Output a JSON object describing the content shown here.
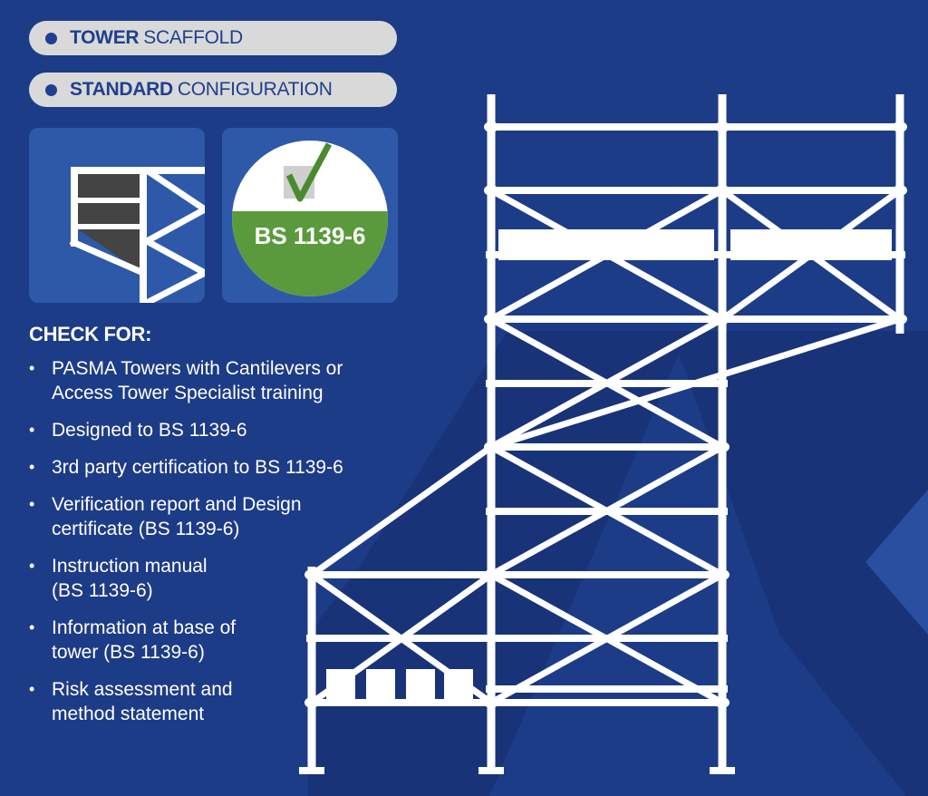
{
  "header": {
    "pill1": {
      "bold": "TOWER",
      "regular": "SCAFFOLD"
    },
    "pill2": {
      "bold": "STANDARD",
      "regular": "CONFIGURATION"
    }
  },
  "badge": {
    "text": "BS 1139-6"
  },
  "checklist": {
    "title": "CHECK FOR:",
    "items": [
      "PASMA Towers with Cantilevers or\nAccess Tower Specialist training",
      "Designed to BS 1139-6",
      "3rd party certification to BS 1139-6",
      "Verification report and Design\ncertificate (BS 1139-6)",
      "Instruction manual\n(BS 1139-6)",
      "Information at base of\ntower (BS 1139-6)",
      "Risk assessment and\nmethod statement"
    ]
  },
  "icons": [
    "guardrail-icon",
    "certification-badge-icon",
    "check-mark-icon",
    "tower-scaffold-illustration"
  ],
  "colors": {
    "background": "#1d3c87",
    "pill_background": "#d9d9d9",
    "pill_text": "#1f3f8f",
    "tile": "#2d59a8",
    "badge_green": "#5a9a3c",
    "check_green": "#4b8a2f",
    "scaffold": "#ffffff"
  }
}
